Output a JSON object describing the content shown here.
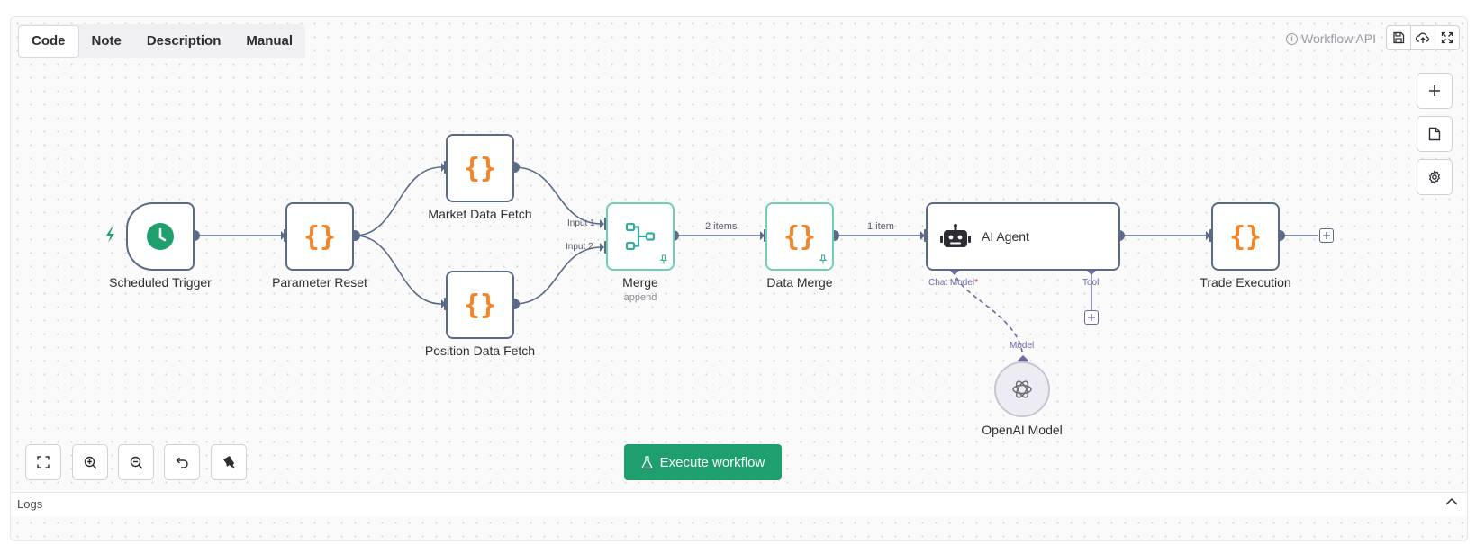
{
  "tabs": [
    {
      "label": "Code",
      "active": true
    },
    {
      "label": "Note"
    },
    {
      "label": "Description"
    },
    {
      "label": "Manual"
    }
  ],
  "header": {
    "workflow_api_label": "Workflow API"
  },
  "nodes": {
    "scheduled_trigger": "Scheduled Trigger",
    "parameter_reset": "Parameter Reset",
    "market_data_fetch": "Market Data Fetch",
    "position_data_fetch": "Position Data Fetch",
    "merge": "Merge",
    "merge_sub": "append",
    "data_merge": "Data Merge",
    "ai_agent": "AI Agent",
    "trade_execution": "Trade Execution",
    "openai_model": "OpenAI Model"
  },
  "edge_labels": {
    "input1": "Input 1",
    "input2": "Input 2",
    "merge_out": "2 items",
    "data_merge_out": "1 item",
    "chat_model": "Chat Model",
    "required_mark": "*",
    "tool": "Tool",
    "model": "Model"
  },
  "execute_button": "Execute workflow",
  "logs_label": "Logs",
  "colors": {
    "accent_green": "#1f9e6e",
    "node_border": "#5a6b87",
    "code_orange": "#f0862b",
    "merge_teal": "#3aa9a0",
    "ai_port": "#7b78b7"
  }
}
